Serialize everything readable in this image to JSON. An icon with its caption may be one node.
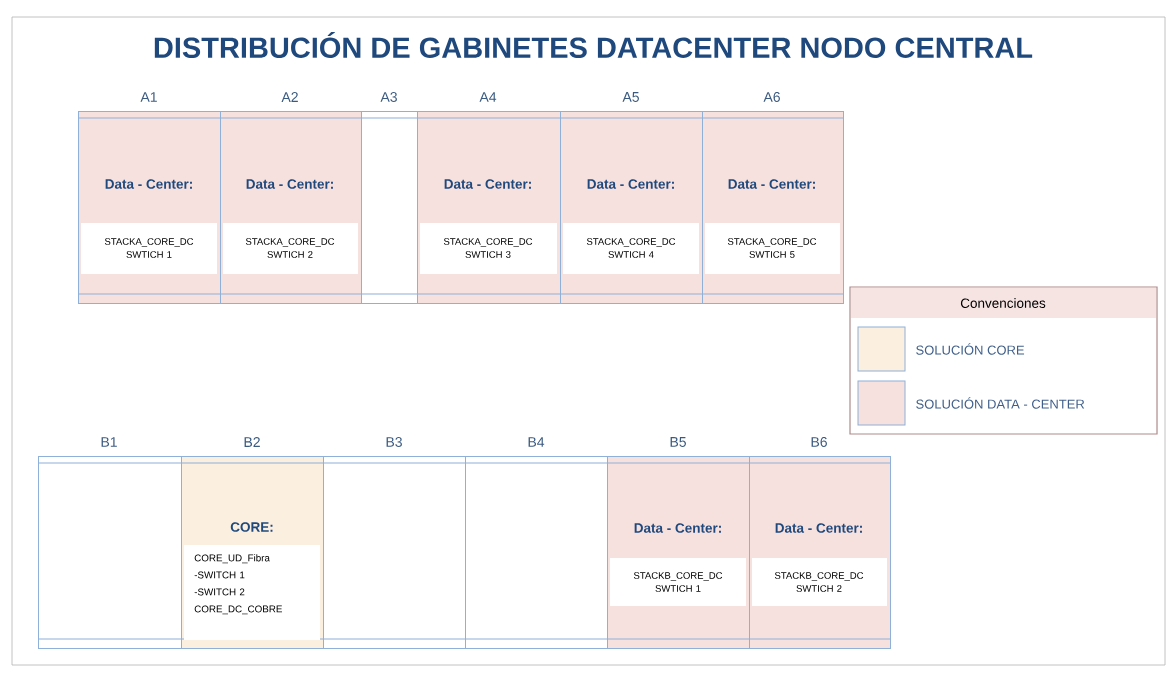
{
  "diagram": {
    "title": "DISTRIBUCIÓN DE GABINETES DATACENTER NODO CENTRAL",
    "nodes": [
      {
        "text": [
          "A1",
          "Data - Center:",
          "STACKA_CORE_DC SWTICH 1"
        ]
      },
      {
        "text": [
          "A2",
          "Data - Center:",
          "STACKA_CORE_DC SWTICH 2"
        ]
      },
      {
        "text": [
          "A3"
        ]
      },
      {
        "text": [
          "A4",
          "Data - Center:",
          "STACKA_CORE_DC SWTICH 3"
        ]
      },
      {
        "text": [
          "A5",
          "Data - Center:",
          "STACKA_CORE_DC SWTICH 4"
        ]
      },
      {
        "text": [
          "A6",
          "Data - Center:",
          "STACKA_CORE_DC SWTICH 5"
        ]
      },
      {
        "text": [
          "B1"
        ]
      },
      {
        "text": [
          "B2",
          "CORE:",
          "CORE_UD_Fibra -SWITCH 1 -SWITCH 2 CORE_DC_COBRE"
        ]
      },
      {
        "text": [
          "B3"
        ]
      },
      {
        "text": [
          "B4"
        ]
      },
      {
        "text": [
          "B5",
          "Data - Center:",
          "STACKB_CORE_DC SWTICH 1"
        ]
      },
      {
        "text": [
          "B6",
          "Data - Center:",
          "STACKB_CORE_DC SWTICH 2"
        ]
      }
    ],
    "labels": [
      "Convenciones"
    ],
    "legend": [
      {
        "text": "SOLUCIÓN CORE"
      },
      {
        "text": "SOLUCIÓN DATA - CENTER"
      }
    ]
  }
}
